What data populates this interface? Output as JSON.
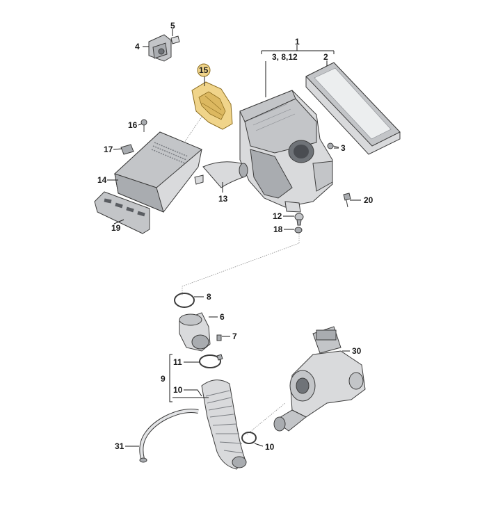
{
  "callouts": {
    "c1": "1",
    "c2": "2",
    "c3": "3",
    "c3812": "3, 8,12",
    "c4": "4",
    "c5": "5",
    "c6": "6",
    "c7": "7",
    "c8": "8",
    "c9": "9",
    "c10a": "10",
    "c10b": "10",
    "c11": "11",
    "c12": "12",
    "c13": "13",
    "c14": "14",
    "c15": "15",
    "c16": "16",
    "c17": "17",
    "c18": "18",
    "c19": "19",
    "c20": "20",
    "c30": "30",
    "c31": "31"
  },
  "colors": {
    "highlight": "#f0d48a",
    "part_grey": "#d9dadc",
    "outline": "#3b3b3b"
  }
}
